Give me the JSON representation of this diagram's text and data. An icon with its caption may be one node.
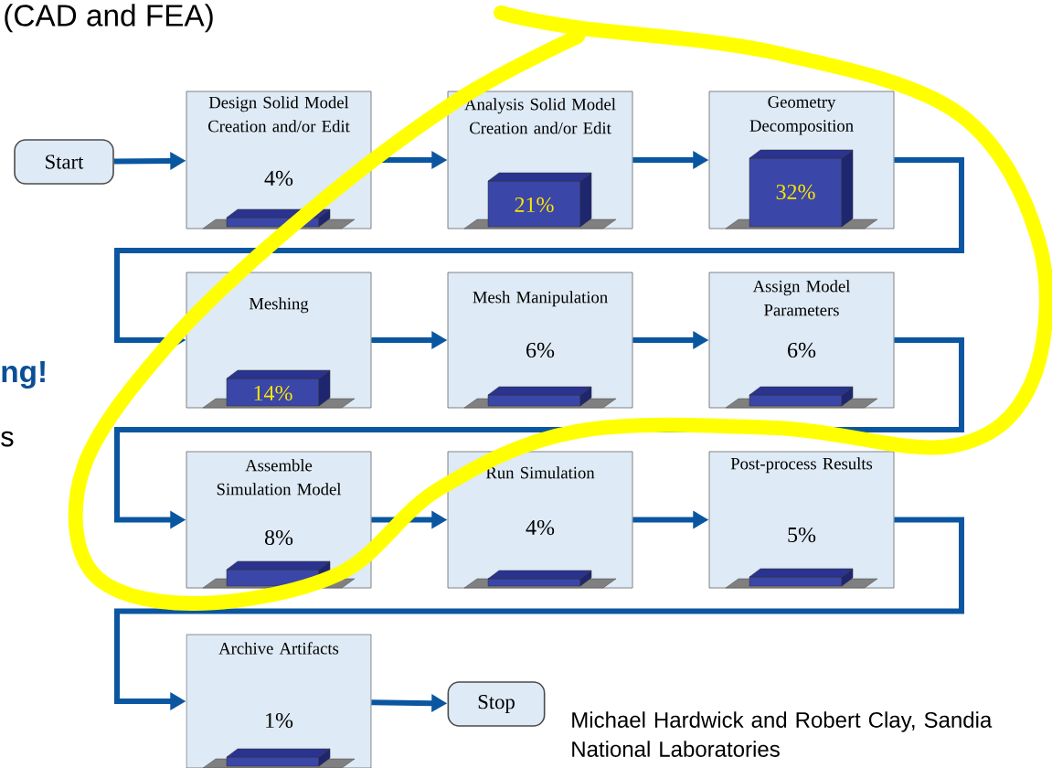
{
  "diagram": {
    "nodes": [
      {
        "text": [
          "Start"
        ]
      },
      {
        "text": [
          "Design Solid Model Creation and/or Edit",
          "4%"
        ]
      },
      {
        "text": [
          "Analysis Solid Model Creation and/or Edit",
          "21%"
        ]
      },
      {
        "text": [
          "Geometry Decomposition",
          "32%"
        ]
      },
      {
        "text": [
          "Meshing",
          "14%"
        ]
      },
      {
        "text": [
          "Mesh Manipulation",
          "6%"
        ]
      },
      {
        "text": [
          "Assign Model Parameters",
          "6%"
        ]
      },
      {
        "text": [
          "Assemble Simulation Model",
          "8%"
        ]
      },
      {
        "text": [
          "Run Simulation",
          "4%"
        ]
      },
      {
        "text": [
          "Post-process Results",
          "5%"
        ]
      },
      {
        "text": [
          "Archive Artifacts",
          "1%"
        ]
      },
      {
        "text": [
          "Stop"
        ]
      }
    ],
    "edges": [
      {
        "from": 0,
        "to": 1,
        "arrow": "to"
      },
      {
        "from": 1,
        "to": 2,
        "arrow": "to"
      },
      {
        "from": 2,
        "to": 3,
        "arrow": "to"
      },
      {
        "from": 3,
        "to": 4,
        "arrow": "to"
      },
      {
        "from": 4,
        "to": 5,
        "arrow": "to"
      },
      {
        "from": 5,
        "to": 6,
        "arrow": "to"
      },
      {
        "from": 6,
        "to": 7,
        "arrow": "to"
      },
      {
        "from": 7,
        "to": 8,
        "arrow": "to"
      },
      {
        "from": 8,
        "to": 9,
        "arrow": "to"
      },
      {
        "from": 9,
        "to": 10,
        "arrow": "to"
      },
      {
        "from": 10,
        "to": 11,
        "arrow": "to"
      }
    ],
    "labels": [
      "(CAD and FEA)",
      "ng!",
      "s",
      "Michael Hardwick and Robert Clay, Sandia National Laboratories"
    ]
  }
}
